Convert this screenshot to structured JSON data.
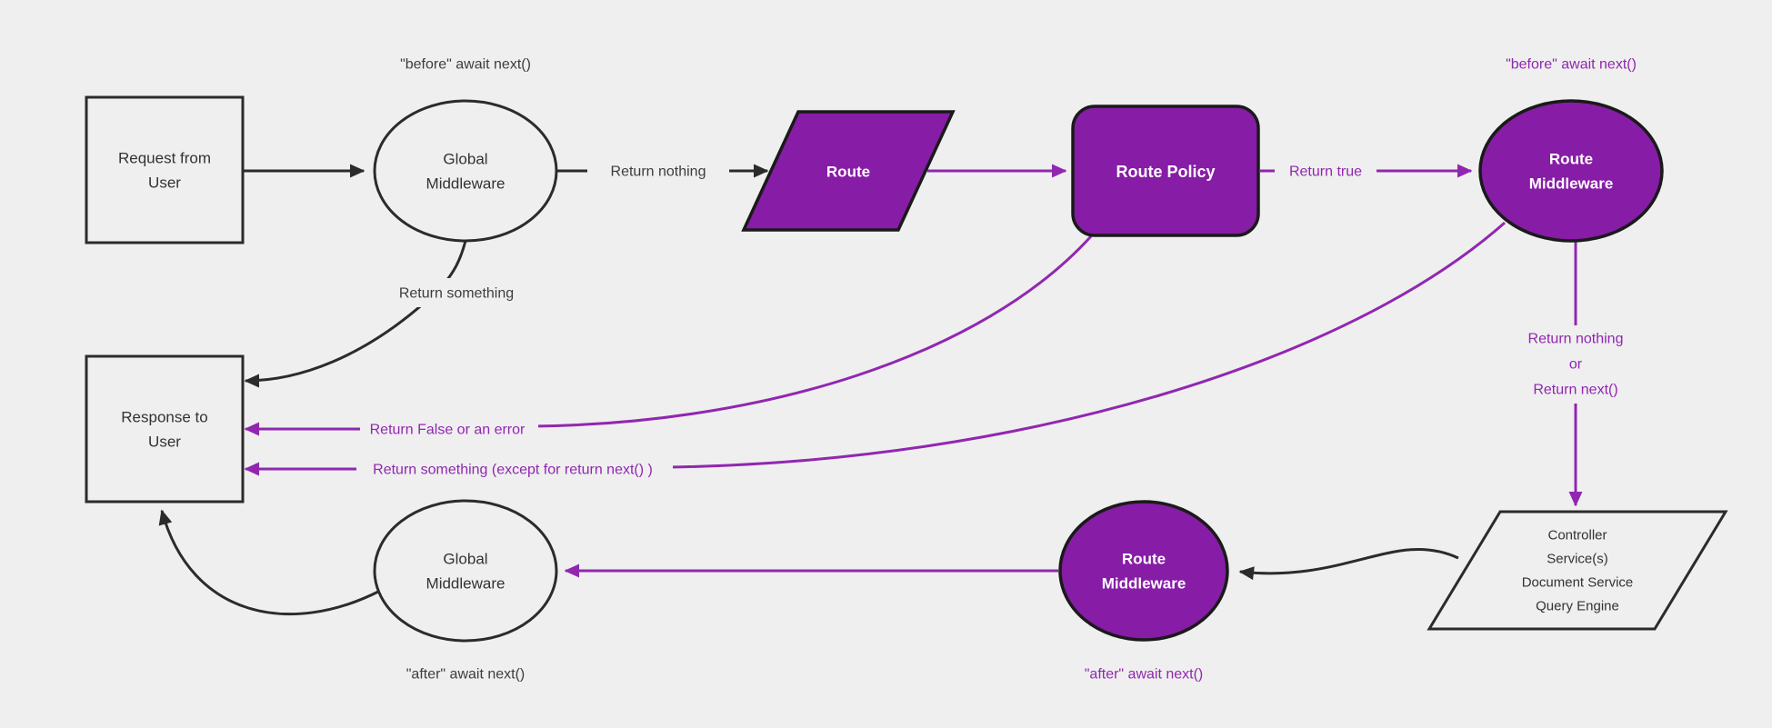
{
  "diagram": {
    "colors": {
      "purple_fill": "#871CA6",
      "purple_line": "#9127B0",
      "black_line": "#2B2B2B",
      "node_fill_light": "#EFEFEF",
      "text_dark": "#333333",
      "text_light": "#FFFFFF",
      "background": "#EFEFEF"
    },
    "nodes": {
      "request": {
        "lines": [
          "Request from",
          "User"
        ]
      },
      "global_middleware_top": {
        "lines": [
          "Global",
          "Middleware"
        ]
      },
      "route": {
        "label": "Route"
      },
      "route_policy": {
        "label": "Route Policy"
      },
      "route_middleware_top": {
        "lines": [
          "Route",
          "Middleware"
        ]
      },
      "backend": {
        "lines": [
          "Controller",
          "Service(s)",
          "Document Service",
          "Query Engine"
        ]
      },
      "route_middleware_bottom": {
        "lines": [
          "Route",
          "Middleware"
        ]
      },
      "global_middleware_bottom": {
        "lines": [
          "Global",
          "Middleware"
        ]
      },
      "response": {
        "lines": [
          "Response to",
          "User"
        ]
      }
    },
    "edge_labels": {
      "before_global": "\"before\" await next()",
      "before_route_middleware": "\"before\" await next()",
      "return_nothing": "Return nothing",
      "return_true": "Return true",
      "return_nothing_or": {
        "lines": [
          "Return nothing",
          "or",
          "Return next()"
        ]
      },
      "return_something": "Return something",
      "return_false": "Return False or an error",
      "return_something_except": "Return something (except for return next() )",
      "after_route_middleware": "\"after\" await next()",
      "after_global": "\"after\" await next()"
    }
  }
}
